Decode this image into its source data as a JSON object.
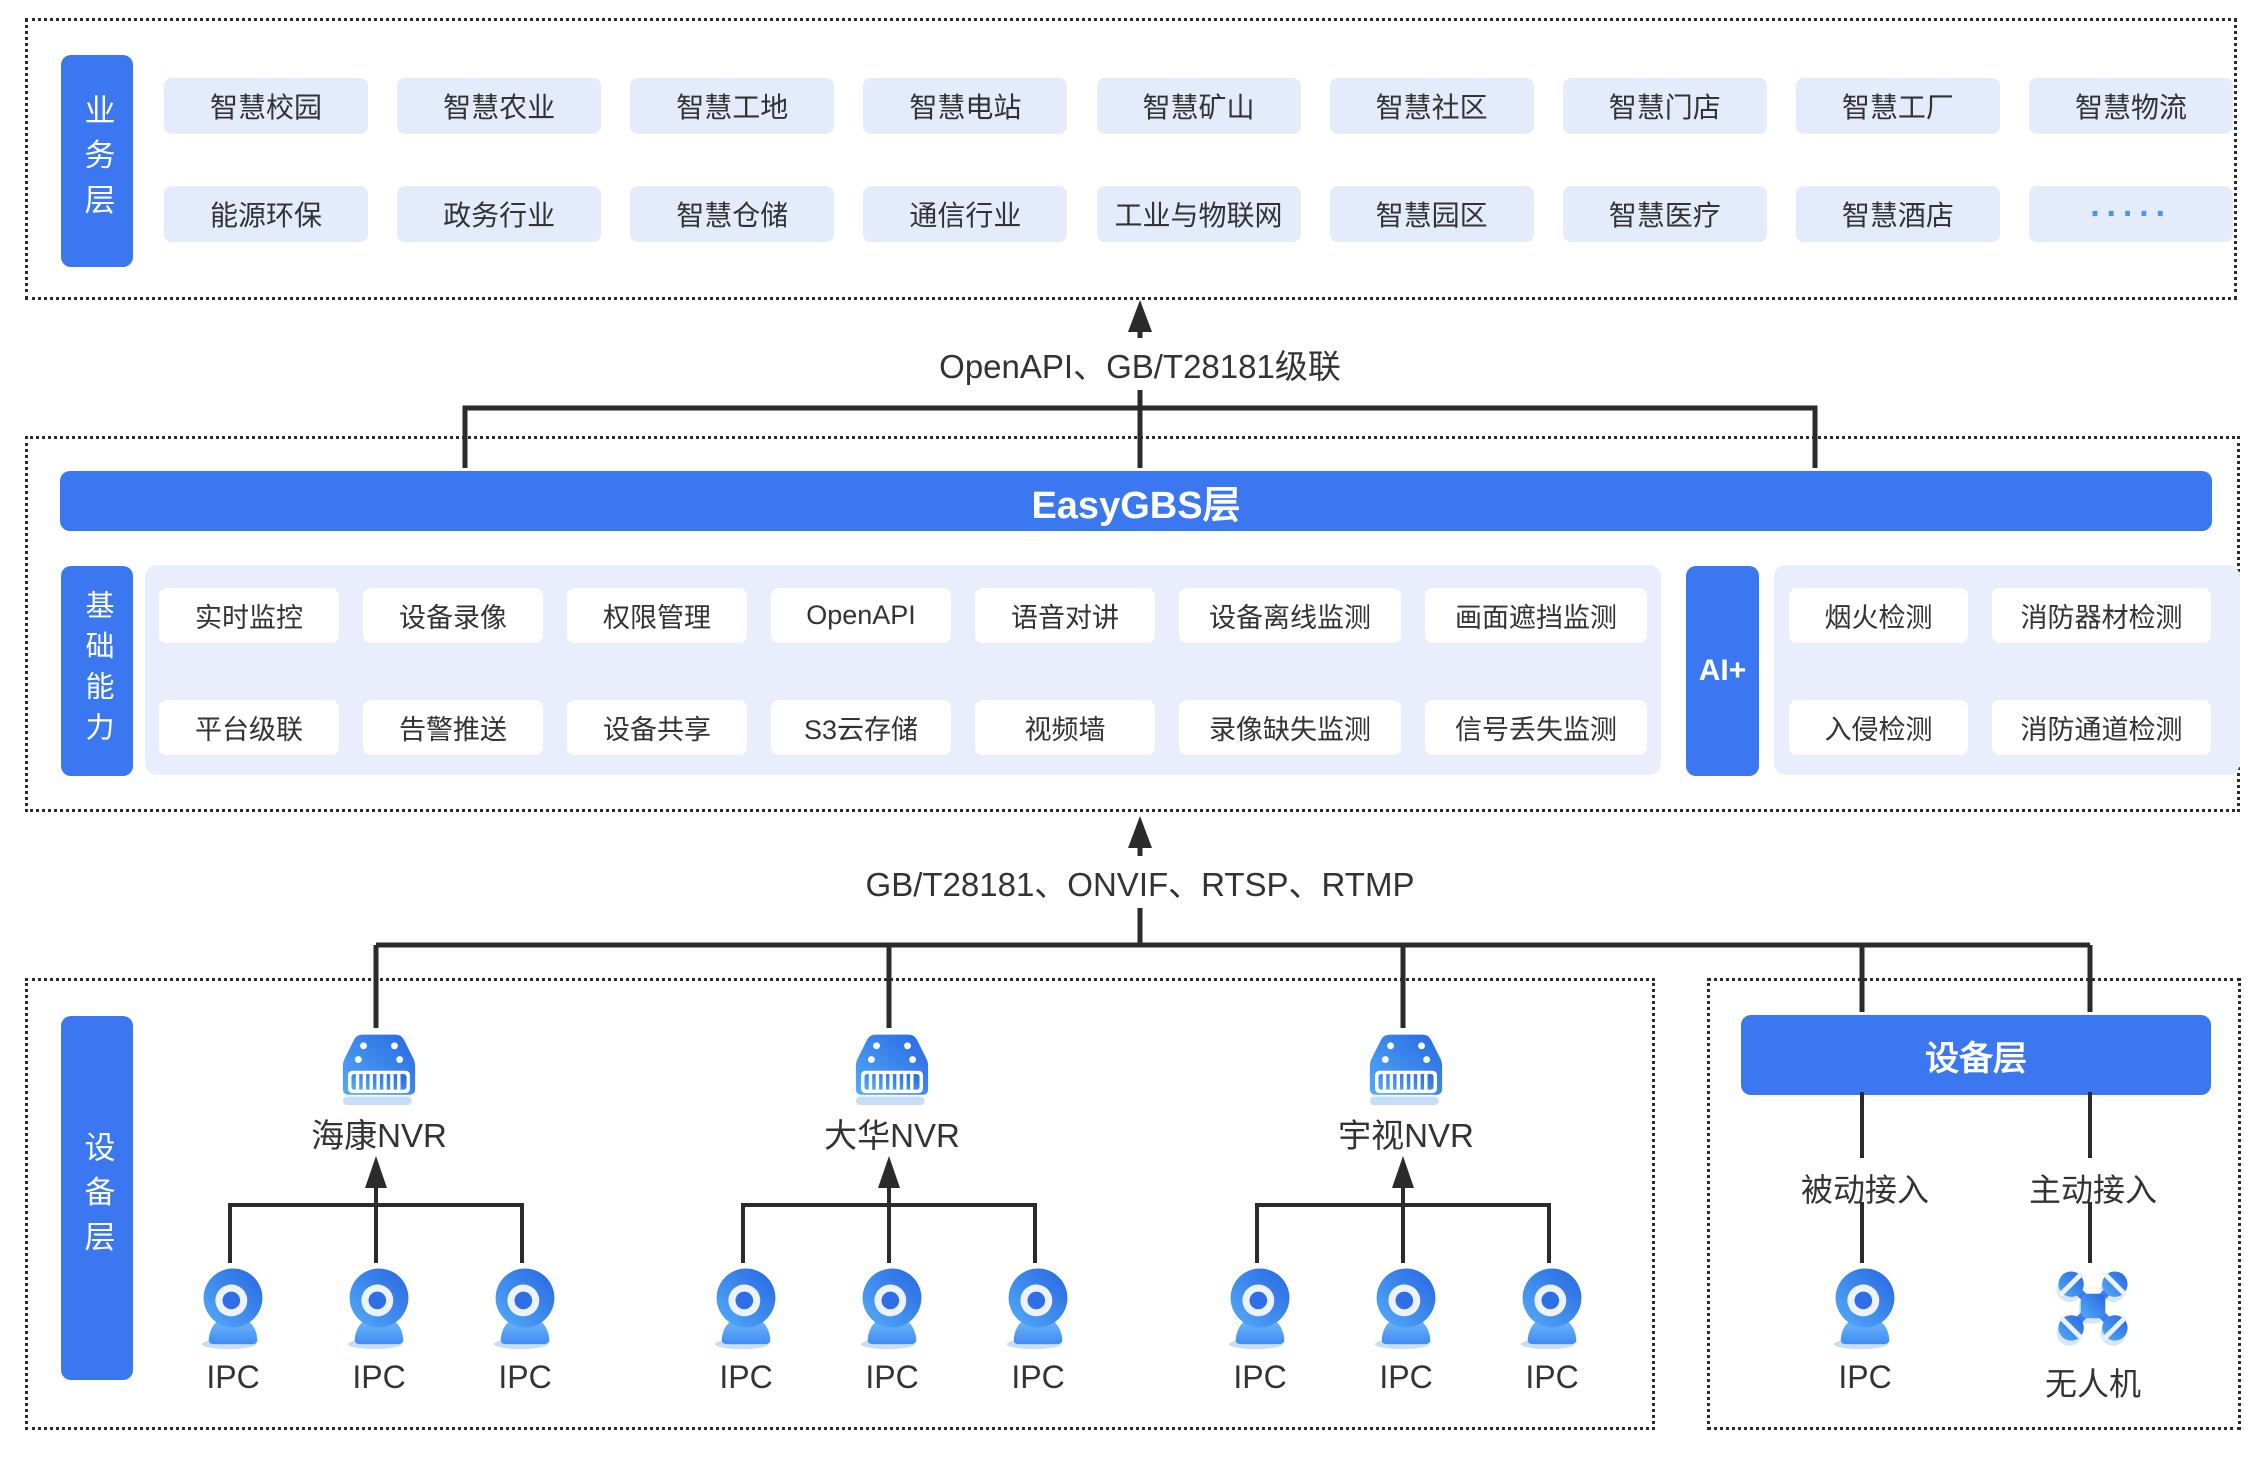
{
  "business": {
    "tag": "业务层",
    "row1": [
      "智慧校园",
      "智慧农业",
      "智慧工地",
      "智慧电站",
      "智慧矿山",
      "智慧社区",
      "智慧门店",
      "智慧工厂",
      "智慧物流"
    ],
    "row2": [
      "能源环保",
      "政务行业",
      "智慧仓储",
      "通信行业",
      "工业与物联网",
      "智慧园区",
      "智慧医疗",
      "智慧酒店",
      "·····"
    ]
  },
  "connectors": {
    "top": "OpenAPI、GB/T28181级联",
    "bottom": "GB/T28181、ONVIF、RTSP、RTMP"
  },
  "platform": {
    "title": "EasyGBS层",
    "tag": "基础能力",
    "row1": [
      "实时监控",
      "设备录像",
      "权限管理",
      "OpenAPI",
      "语音对讲",
      "设备离线监测",
      "画面遮挡监测"
    ],
    "row2": [
      "平台级联",
      "告警推送",
      "设备共享",
      "S3云存储",
      "视频墙",
      "录像缺失监测",
      "信号丢失监测"
    ],
    "ai_tag": "AI+",
    "ai_row1": [
      "烟火检测",
      "消防器材检测"
    ],
    "ai_row2": [
      "入侵检测",
      "消防通道检测"
    ]
  },
  "devices": {
    "tag": "设备层",
    "groups": [
      {
        "nvr": "海康NVR",
        "cameras": [
          "IPC",
          "IPC",
          "IPC"
        ]
      },
      {
        "nvr": "大华NVR",
        "cameras": [
          "IPC",
          "IPC",
          "IPC"
        ]
      },
      {
        "nvr": "宇视NVR",
        "cameras": [
          "IPC",
          "IPC",
          "IPC"
        ]
      }
    ]
  },
  "access": {
    "title": "设备层",
    "columns": [
      {
        "label": "被动接入",
        "device": "IPC",
        "icon": "webcam-icon"
      },
      {
        "label": "主动接入",
        "device": "无人机",
        "icon": "drone-icon"
      }
    ]
  },
  "icons": {
    "nvr": "nvr-recorder-icon",
    "camera": "webcam-icon",
    "drone": "drone-icon",
    "more": "ellipsis-dots-icon"
  },
  "colors": {
    "primary": "#3B77F0",
    "chip_bg": "#E4EBFA",
    "panel_bg": "#E8EEFC",
    "wire": "#2b2b2b",
    "text": "#333333",
    "dots_accent": "#4596F6"
  }
}
